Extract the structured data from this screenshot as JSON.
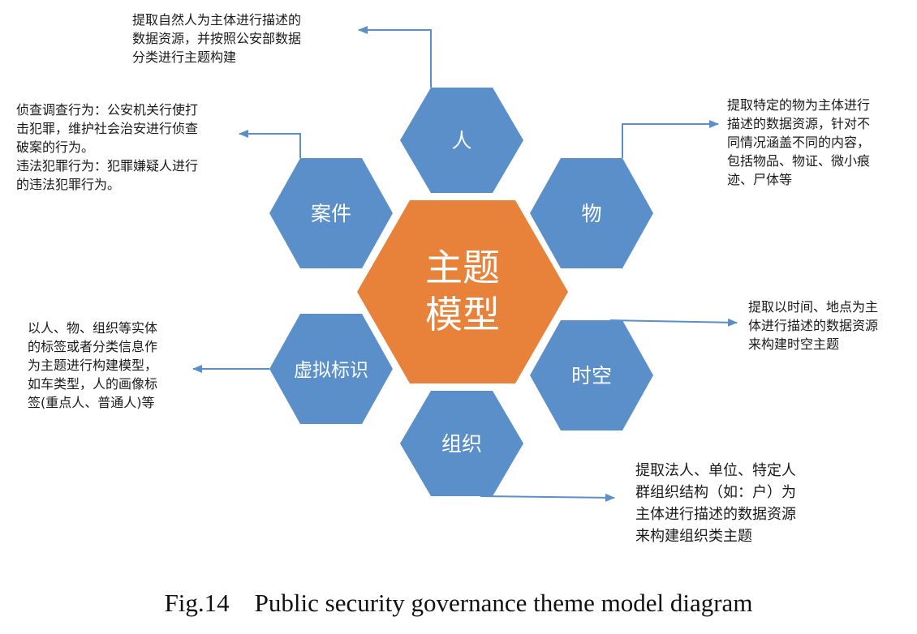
{
  "center": {
    "line1": "主题",
    "line2": "模型"
  },
  "nodes": {
    "person": "人",
    "case": "案件",
    "thing": "物",
    "virtual_id": "虚拟标识",
    "space_time": "时空",
    "organization": "组织"
  },
  "descriptions": {
    "person": [
      "提取自然人为主体进行描述的",
      "数据资源，并按照公安部数据",
      "分类进行主题构建"
    ],
    "case": [
      "侦查调查行为：公安机关行使打",
      "击犯罪，维护社会治安进行侦查",
      "破案的行为。",
      "违法犯罪行为：犯罪嫌疑人进行",
      "的违法犯罪行为。"
    ],
    "thing": [
      "提取特定的物为主体进行",
      "描述的数据资源，针对不",
      "同情况涵盖不同的内容，",
      "包括物品、物证、微小痕",
      "迹、尸体等"
    ],
    "space_time": [
      "提取以时间、地点为主",
      "体进行描述的数据资源",
      "来构建时空主题"
    ],
    "virtual_id": [
      "以人、物、组织等实体",
      "的标签或者分类信息作",
      "为主题进行构建模型，",
      "如车类型，人的画像标",
      "签(重点人、普通人)等"
    ],
    "organization": [
      "提取法人、单位、特定人",
      "群组织结构（如：户）为",
      "主体进行描述的数据资源",
      "来构建组织类主题"
    ]
  },
  "caption": "Fig.14    Public security governance theme model diagram",
  "colors": {
    "hex_fill": "#5b8fc9",
    "center_fill": "#e8823a",
    "arrow": "#5b8fc9"
  }
}
